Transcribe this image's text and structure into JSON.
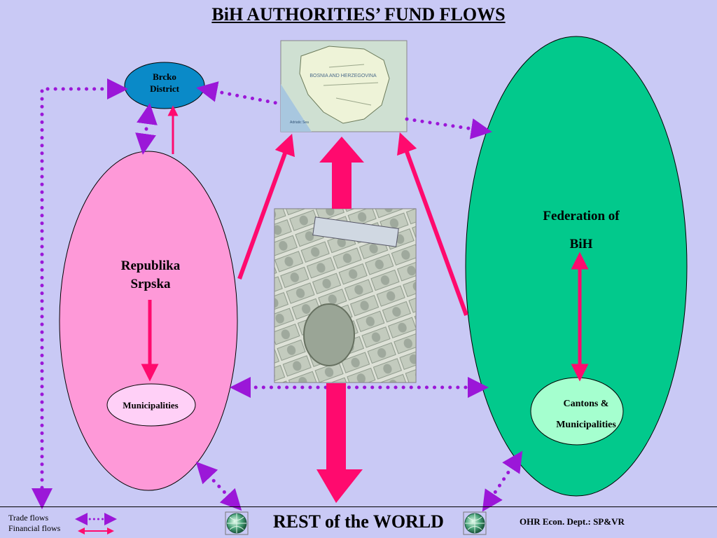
{
  "title": "BiH AUTHORITIES’ FUND FLOWS",
  "nodes": {
    "brcko": [
      "Brcko",
      "District"
    ],
    "republika_srpska": [
      "Republika",
      "Srpska"
    ],
    "federation": [
      "Federation of",
      "BiH"
    ],
    "rs_municipalities": "Municipalities",
    "cantons": [
      "Cantons &",
      "Municipalities"
    ],
    "rest_of_world": "REST of the WORLD"
  },
  "map_labels": {
    "country": "BOSNIA AND HERZEGOVINA",
    "sea": "Adriatic Sea"
  },
  "legend": {
    "trade": "Trade flows",
    "financial": "Financial flows"
  },
  "credit": "OHR Econ. Dept.: SP&VR",
  "colors": {
    "background": "#c9c9f5",
    "trade_flow": "#9b17d8",
    "financial_flow": "#ff0a6e",
    "republika_srpska": "#fe99d8",
    "federation": "#02c98c",
    "brcko": "#0a8ac8",
    "rs_municipalities": "#ffd0f7",
    "cantons": "#a5ffcf"
  }
}
